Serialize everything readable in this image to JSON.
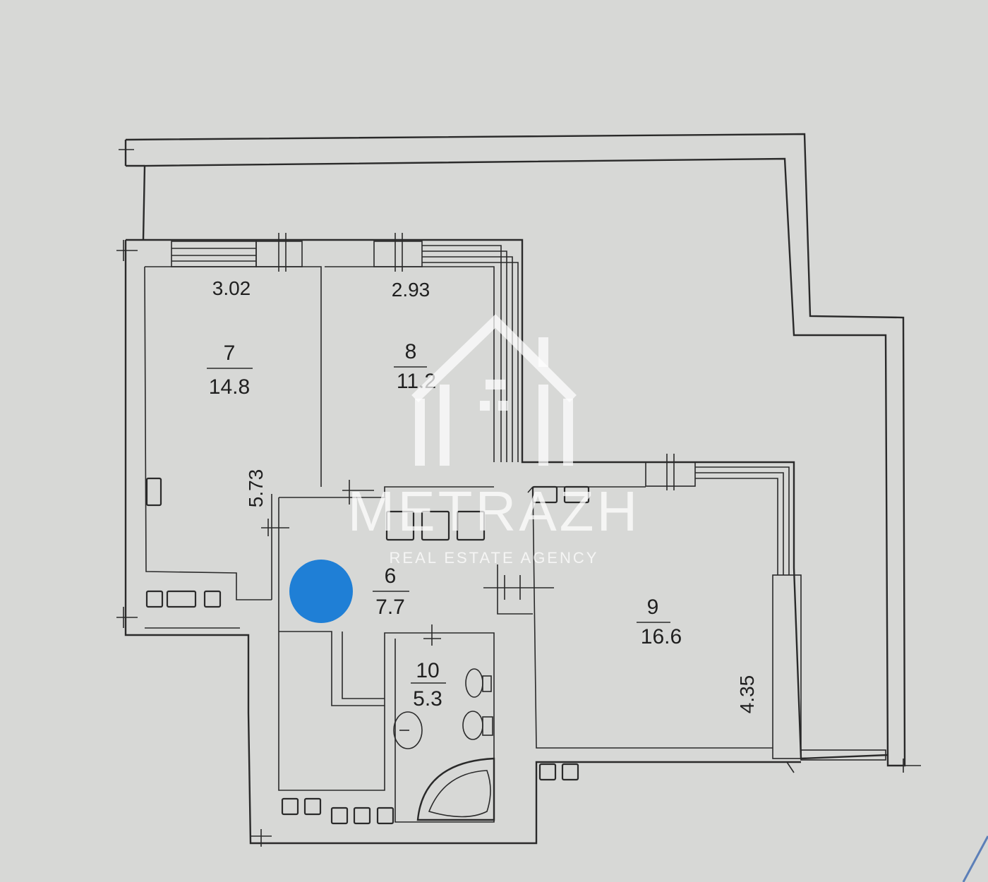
{
  "rooms": [
    {
      "id": "7",
      "number": "7",
      "area": "14.8"
    },
    {
      "id": "8",
      "number": "8",
      "area": "11.2"
    },
    {
      "id": "6",
      "number": "6",
      "area": "7.7"
    },
    {
      "id": "9",
      "number": "9",
      "area": "16.6"
    },
    {
      "id": "10",
      "number": "10",
      "area": "5.3"
    }
  ],
  "dimensions": {
    "room7_width": "3.02",
    "room8_width": "2.93",
    "room7_length": "5.73",
    "room9_length": "4.35"
  },
  "watermark": {
    "brand": "METRAZH",
    "tagline": "REAL ESTATE AGENCY"
  },
  "colors": {
    "background": "#d7d8d6",
    "walls": "#2a2a2a",
    "marker": "#1f7fd6",
    "watermark": "#ffffff"
  }
}
